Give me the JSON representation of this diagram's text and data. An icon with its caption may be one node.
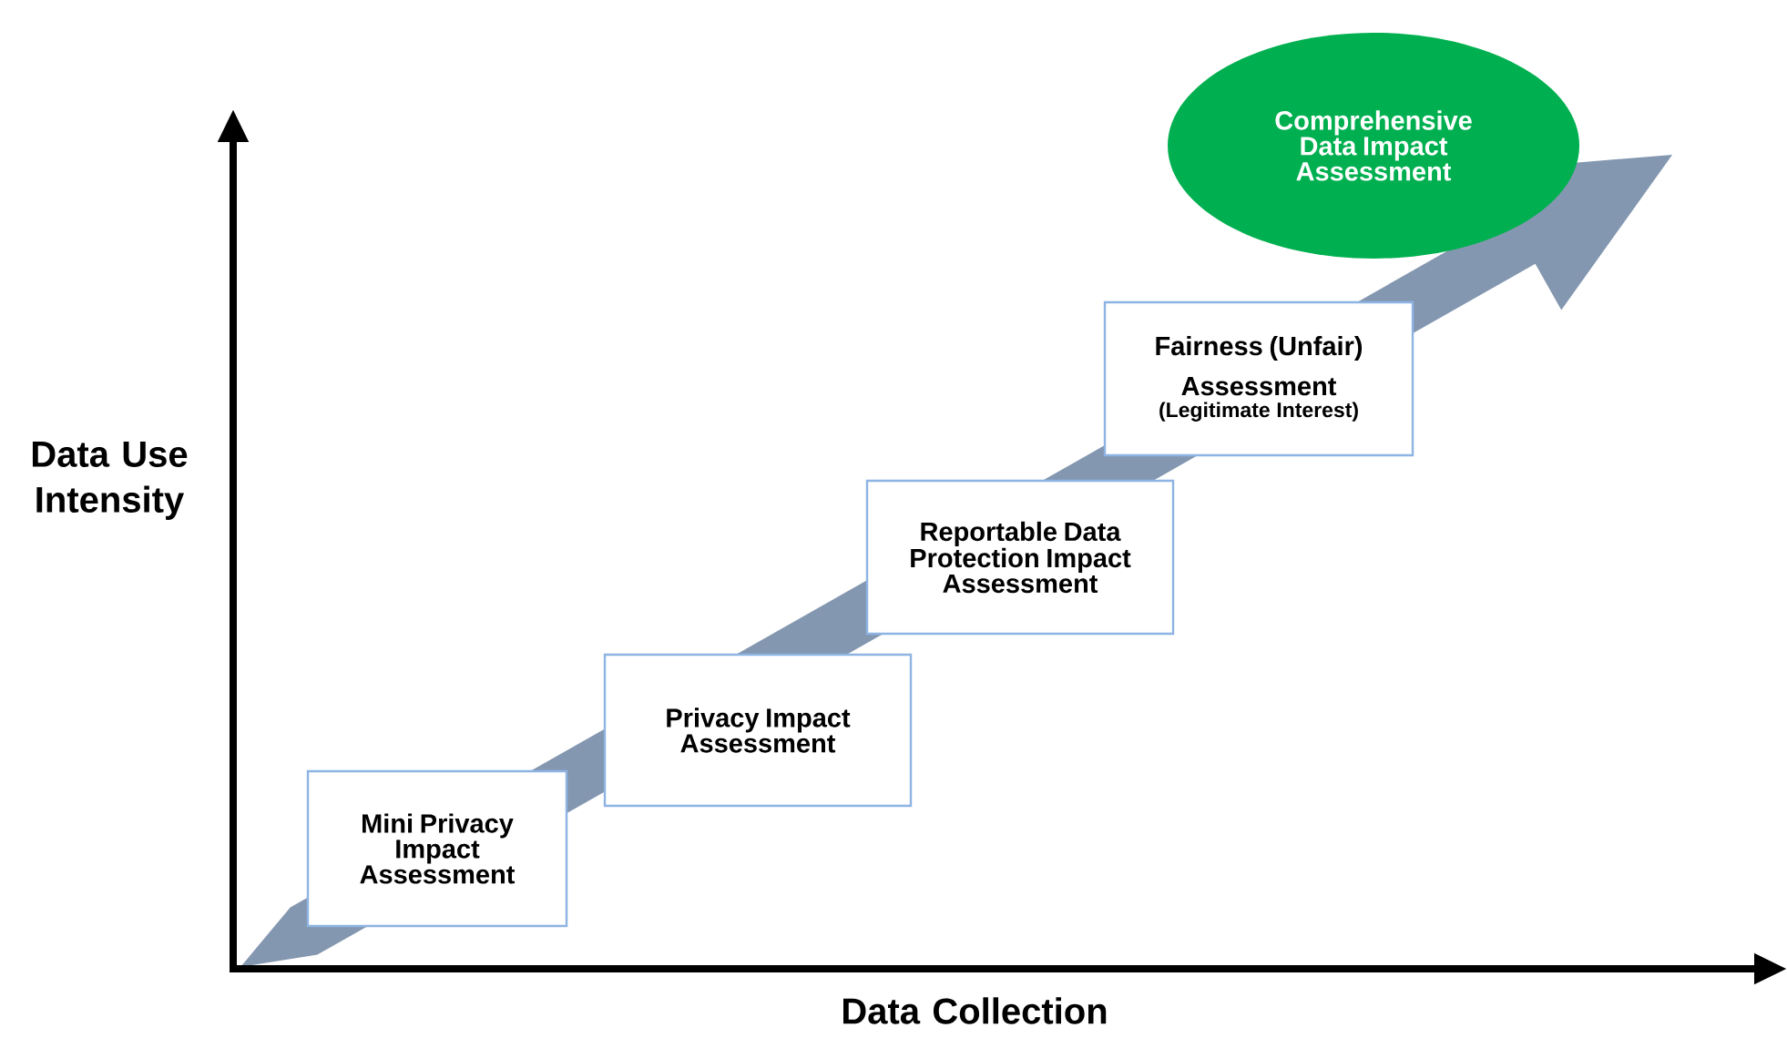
{
  "diagram": {
    "nodes": [
      {
        "text": [
          "Mini Privacy Impact Assessment"
        ]
      },
      {
        "text": [
          "Privacy Impact Assessment"
        ]
      },
      {
        "text": [
          "Reportable Data Protection Impact Assessment"
        ]
      },
      {
        "text": [
          "Fairness (Unfair) Assessment",
          "(Legitimate Interest)"
        ]
      },
      {
        "text": [
          "Comprehensive Data Impact Assessment"
        ]
      }
    ],
    "labels": [
      "Data Use Intensity",
      "Data Collection"
    ]
  }
}
